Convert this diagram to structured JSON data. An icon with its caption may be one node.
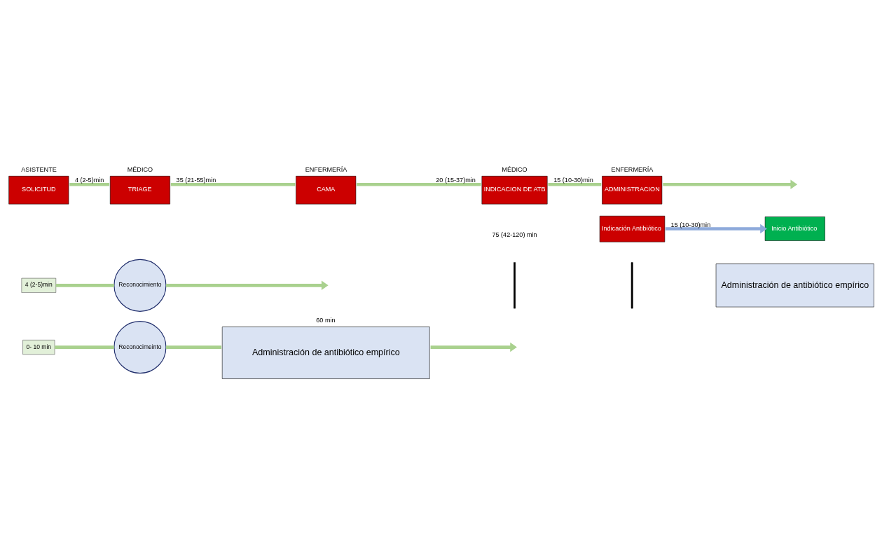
{
  "diagram": {
    "nodes": [
      {
        "text": [
          "SOLICITUD"
        ],
        "beside": [
          "ASISTENTE"
        ]
      },
      {
        "text": [
          "TRIAGE"
        ],
        "beside": [
          "MÉDICO"
        ]
      },
      {
        "text": [
          "CAMA"
        ],
        "beside": [
          "ENFERMERÍA"
        ]
      },
      {
        "text": [
          "INDICACION DE ATB"
        ],
        "beside": [
          "MÉDICO"
        ]
      },
      {
        "text": [
          "ADMINISTRACION"
        ],
        "beside": [
          "ENFERMERÍA"
        ]
      },
      {
        "text": [
          "4 (2-5)min"
        ]
      },
      {
        "text": [
          "Reconocimiento"
        ]
      },
      {
        "text": [],
        "shape": "bar"
      },
      {
        "text": [],
        "shape": "bar"
      },
      {
        "text": [
          "Indicación Antibiótico"
        ]
      },
      {
        "text": [
          "Inicio Antibiótico"
        ]
      },
      {
        "text": [
          "Administración de antibiótico empírico"
        ]
      },
      {
        "text": [
          "0- 10 min"
        ]
      },
      {
        "text": [
          "Reconocimeinto"
        ]
      },
      {
        "text": [
          "Administración de antibiótico empírico"
        ],
        "beside": [
          "60 min"
        ]
      }
    ],
    "edges": [
      {
        "from": 0,
        "to": 1,
        "arrow": "none",
        "label": "4 (2-5)min"
      },
      {
        "from": 1,
        "to": 2,
        "arrow": "none",
        "label": "35 (21-55)min"
      },
      {
        "from": 2,
        "to": 3,
        "arrow": "none",
        "label": "20 (15-37)min"
      },
      {
        "from": 3,
        "to": 4,
        "arrow": "none",
        "label": "15 (10-30)min"
      },
      {
        "from": 4,
        "to": null,
        "arrow": "to"
      },
      {
        "from": 5,
        "to": 6,
        "arrow": "none"
      },
      {
        "from": 6,
        "to": null,
        "arrow": "to"
      },
      {
        "from": 9,
        "to": 10,
        "arrow": "to",
        "label": "15 (10-30)min",
        "color": "#8eaadb"
      },
      {
        "from": 12,
        "to": 13,
        "arrow": "none"
      },
      {
        "from": 13,
        "to": 14,
        "arrow": "none"
      },
      {
        "from": 14,
        "to": null,
        "arrow": "to"
      }
    ],
    "labels": [
      "75 (42-120) min"
    ]
  }
}
